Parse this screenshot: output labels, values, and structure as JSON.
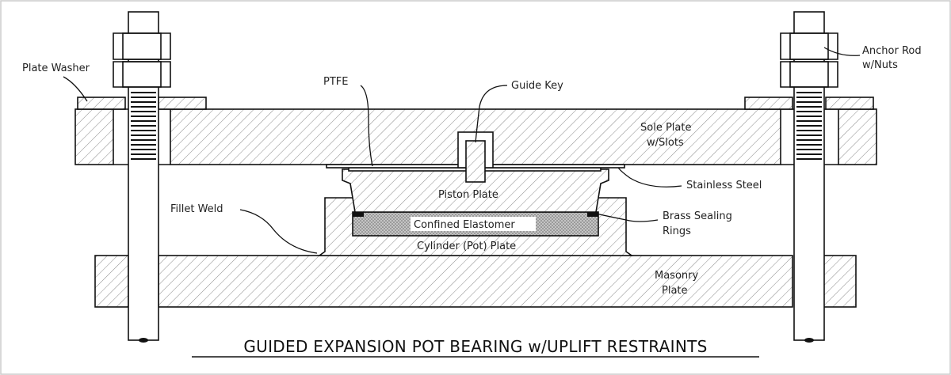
{
  "title": "GUIDED EXPANSION POT BEARING w/UPLIFT RESTRAINTS",
  "labels": {
    "plate_washer": "Plate Washer",
    "ptfe": "PTFE",
    "guide_key": "Guide Key",
    "anchor_rod_1": "Anchor Rod",
    "anchor_rod_2": "w/Nuts",
    "sole_plate_1": "Sole Plate",
    "sole_plate_2": "w/Slots",
    "stainless_steel": "Stainless Steel",
    "piston_plate": "Piston Plate",
    "fillet_weld": "Fillet Weld",
    "brass_1": "Brass Sealing",
    "brass_2": "Rings",
    "confined_elastomer": "Confined Elastomer",
    "cylinder_plate": "Cylinder (Pot) Plate",
    "masonry_1": "Masonry",
    "masonry_2": "Plate"
  },
  "colors": {
    "outline": "#111111",
    "hatch": "#777777",
    "plate_fill": "#ffffff",
    "elastomer_fill": "#bdbdbd",
    "frame_border": "#cccccc"
  }
}
